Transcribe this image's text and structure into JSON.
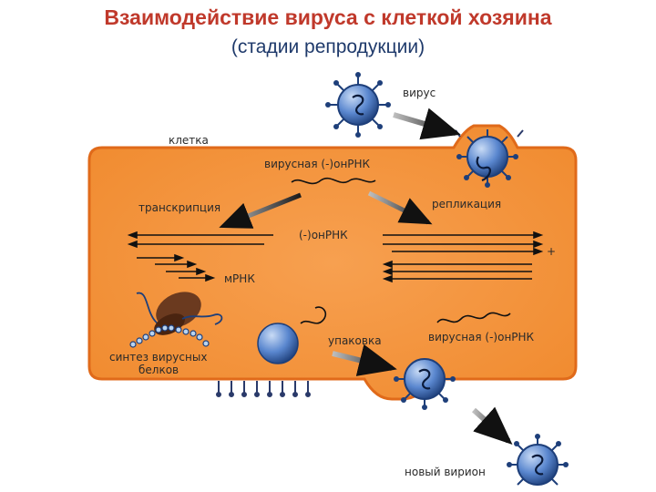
{
  "header": {
    "title": "Взаимодействие вируса с клеткой хозяина",
    "subtitle": "(стадии репродукции)"
  },
  "labels": {
    "virus": "вирус",
    "cell": "клетка",
    "viral_rna_top": "вирусная (-)онРНК",
    "transcription": "транскрипция",
    "replication": "репликация",
    "minus_rna": "(-)онРНК",
    "plus": "+",
    "mrna": "мРНК",
    "protein_synthesis_1": "синтез вирусных",
    "protein_synthesis_2": "белков",
    "packaging": "упаковка",
    "viral_rna_bottom": "вирусная (-)онРНК",
    "new_virion": "новый вирион"
  },
  "colors": {
    "title": "#c0392b",
    "subtitle": "#1f3a6b",
    "cell_fill": "#f5933a",
    "cell_stroke": "#e06a1a",
    "virus_fill": "#4a78c2",
    "virus_dark": "#1e3f7a",
    "ribosome": "#6b3a1f"
  }
}
